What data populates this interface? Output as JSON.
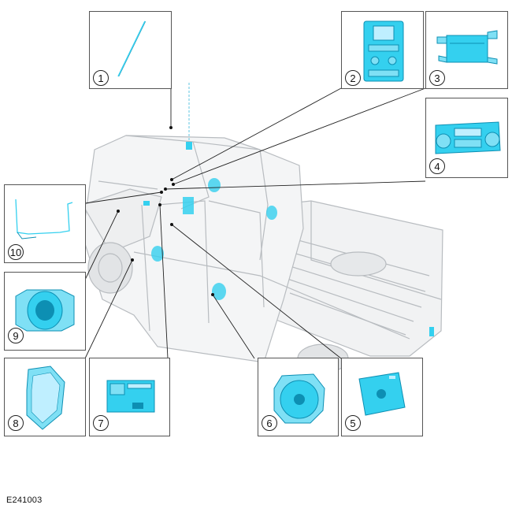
{
  "figure_ref": "E241003",
  "callouts": [
    "1",
    "2",
    "3",
    "4",
    "5",
    "6",
    "7",
    "8",
    "9",
    "10"
  ],
  "colors": {
    "component": "#34d0ef",
    "component_dark": "#0d8fb3",
    "truck_outline": "#b8bcc0",
    "leader": "#222222"
  }
}
